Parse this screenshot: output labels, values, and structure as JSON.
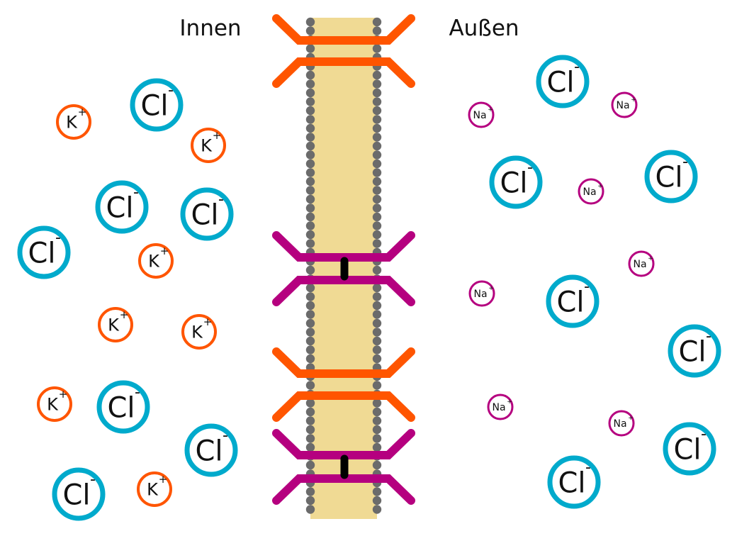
{
  "labels": {
    "inside": "Innen",
    "outside": "Außen"
  },
  "colors": {
    "membrane_fill": "#F0DA94",
    "lipid_head": "#6B6B6B",
    "potassium_channel": "#FF5500",
    "sodium_channel": "#B5007F",
    "channel_gate": "#000000",
    "chloride": "#00AACC",
    "potassium": "#FF5500",
    "sodium": "#B5007F"
  },
  "ion_types": {
    "Cl": {
      "symbol": "Cl",
      "charge": "-",
      "name": "chloride"
    },
    "K": {
      "symbol": "K",
      "charge": "+",
      "name": "potassium"
    },
    "Na": {
      "symbol": "Na",
      "charge": "+",
      "name": "sodium"
    }
  },
  "channels": [
    {
      "type": "potassium",
      "gated": false
    },
    {
      "type": "sodium",
      "gated": true
    },
    {
      "type": "potassium",
      "gated": false
    },
    {
      "type": "sodium",
      "gated": true
    }
  ],
  "ions": {
    "inside": [
      {
        "type": "K"
      },
      {
        "type": "Cl"
      },
      {
        "type": "K"
      },
      {
        "type": "Cl"
      },
      {
        "type": "Cl"
      },
      {
        "type": "Cl"
      },
      {
        "type": "K"
      },
      {
        "type": "K"
      },
      {
        "type": "K"
      },
      {
        "type": "K"
      },
      {
        "type": "Cl"
      },
      {
        "type": "Cl"
      },
      {
        "type": "Cl"
      },
      {
        "type": "K"
      }
    ],
    "outside": [
      {
        "type": "Na"
      },
      {
        "type": "Cl"
      },
      {
        "type": "Na"
      },
      {
        "type": "Cl"
      },
      {
        "type": "Na"
      },
      {
        "type": "Cl"
      },
      {
        "type": "Na"
      },
      {
        "type": "Na"
      },
      {
        "type": "Cl"
      },
      {
        "type": "Cl"
      },
      {
        "type": "Na"
      },
      {
        "type": "Na"
      },
      {
        "type": "Cl"
      },
      {
        "type": "Cl"
      }
    ]
  },
  "counts": {
    "inside": {
      "K": 7,
      "Cl": 7
    },
    "outside": {
      "Na": 7,
      "Cl": 7
    }
  }
}
